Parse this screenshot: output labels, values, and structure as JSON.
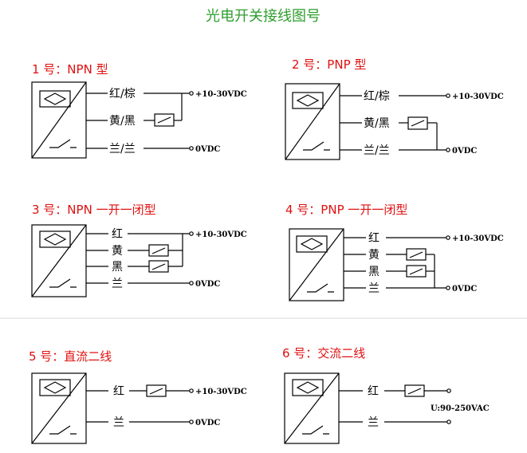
{
  "page": {
    "title": "光电开关接线图号",
    "colors": {
      "title": "#2e9e2e",
      "heading": "#e01010",
      "line": "#000000",
      "divider": "#d8d8d8"
    }
  },
  "diagrams": [
    {
      "id": "d1",
      "heading": "1 号：NPN 型",
      "wires": [
        {
          "label": "红/棕",
          "terminal": "+10-30VDC"
        },
        {
          "label": "黄/黑"
        },
        {
          "label": "兰/兰",
          "terminal": "0VDC"
        }
      ]
    },
    {
      "id": "d2",
      "heading": "2 号：PNP 型",
      "wires": [
        {
          "label": "红/棕",
          "terminal": "+10-30VDC"
        },
        {
          "label": "黄/黑"
        },
        {
          "label": "兰/兰",
          "terminal": "0VDC"
        }
      ]
    },
    {
      "id": "d3",
      "heading": "3 号：NPN 一开一闭型",
      "wires": [
        {
          "label": "红",
          "terminal": "+10-30VDC"
        },
        {
          "label": "黄"
        },
        {
          "label": "黑"
        },
        {
          "label": "兰",
          "terminal": "0VDC"
        }
      ]
    },
    {
      "id": "d4",
      "heading": "4 号：PNP 一开一闭型",
      "wires": [
        {
          "label": "红",
          "terminal": "+10-30VDC"
        },
        {
          "label": "黄"
        },
        {
          "label": "黑"
        },
        {
          "label": "兰",
          "terminal": "0VDC"
        }
      ]
    },
    {
      "id": "d5",
      "heading": "5 号：直流二线",
      "wires": [
        {
          "label": "红",
          "terminal": "+10-30VDC"
        },
        {
          "label": "兰",
          "terminal": "0VDC"
        }
      ]
    },
    {
      "id": "d6",
      "heading": "6 号：交流二线",
      "wires": [
        {
          "label": "红"
        },
        {
          "label": "兰"
        }
      ],
      "note": "U:90-250VAC"
    }
  ]
}
